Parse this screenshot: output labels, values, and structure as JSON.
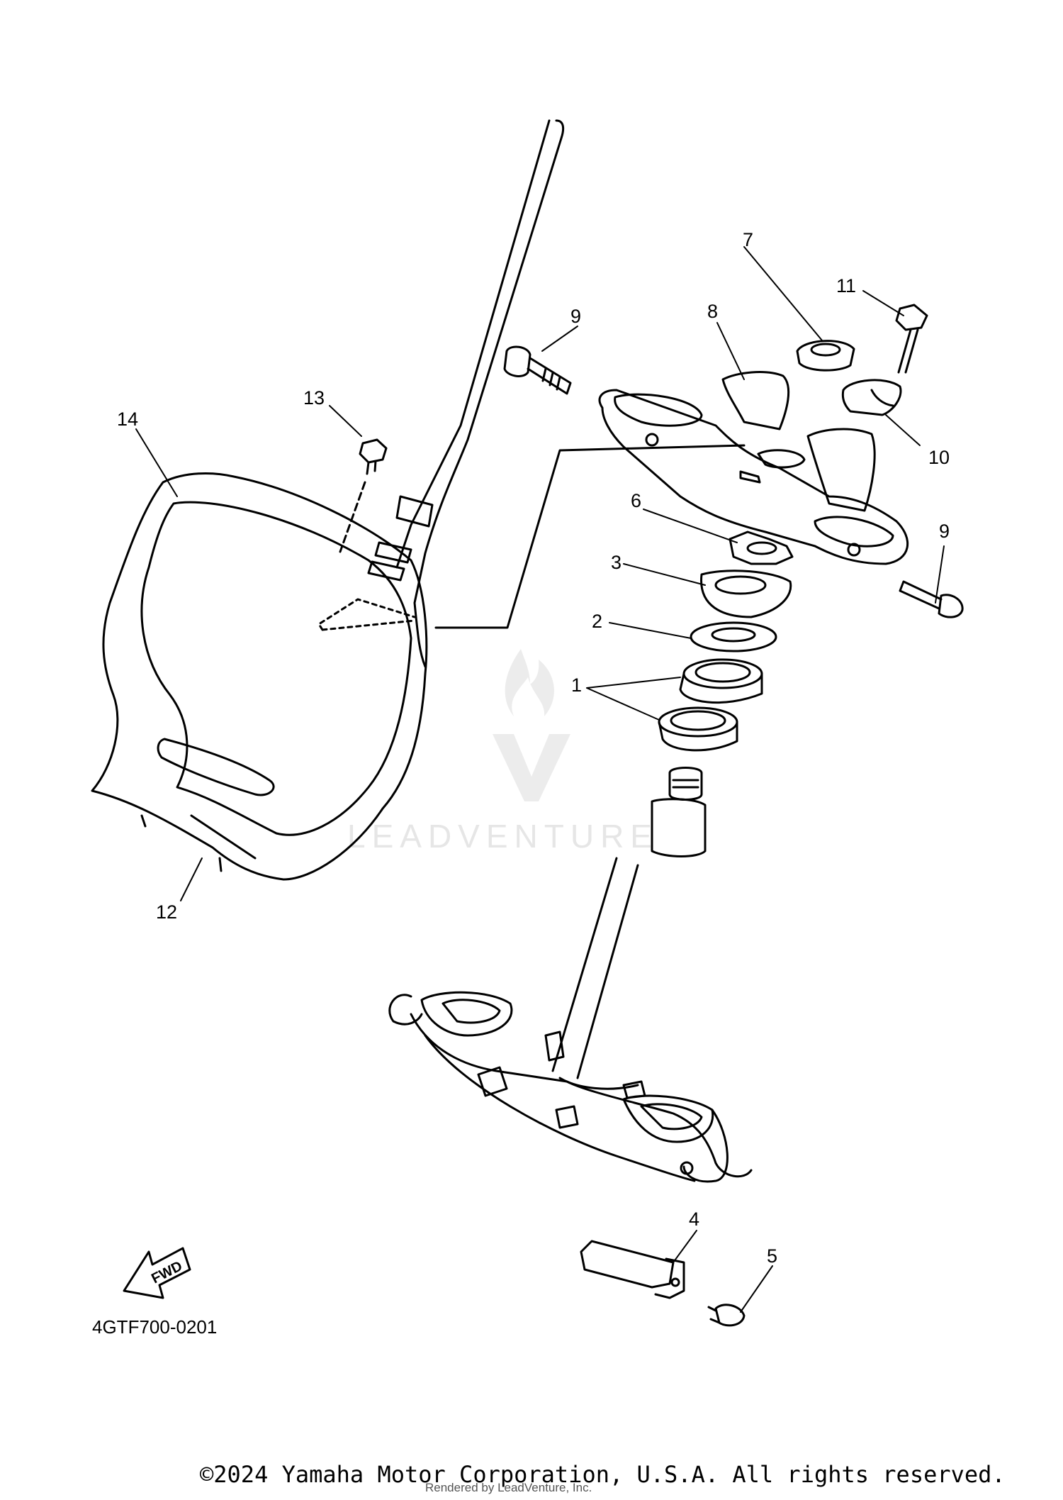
{
  "diagram": {
    "part_numbers": [
      "1",
      "2",
      "3",
      "4",
      "5",
      "6",
      "7",
      "8",
      "9",
      "9",
      "10",
      "11",
      "12",
      "13",
      "14"
    ],
    "direction_label": "FWD",
    "diagram_code": "4GTF700-0201"
  },
  "watermark": {
    "brand": "LEADVENTURE"
  },
  "footer": {
    "copyright": "©2024 Yamaha Motor Corporation, U.S.A. All rights reserved.",
    "rendered_by": "Rendered by LeadVenture, Inc."
  }
}
